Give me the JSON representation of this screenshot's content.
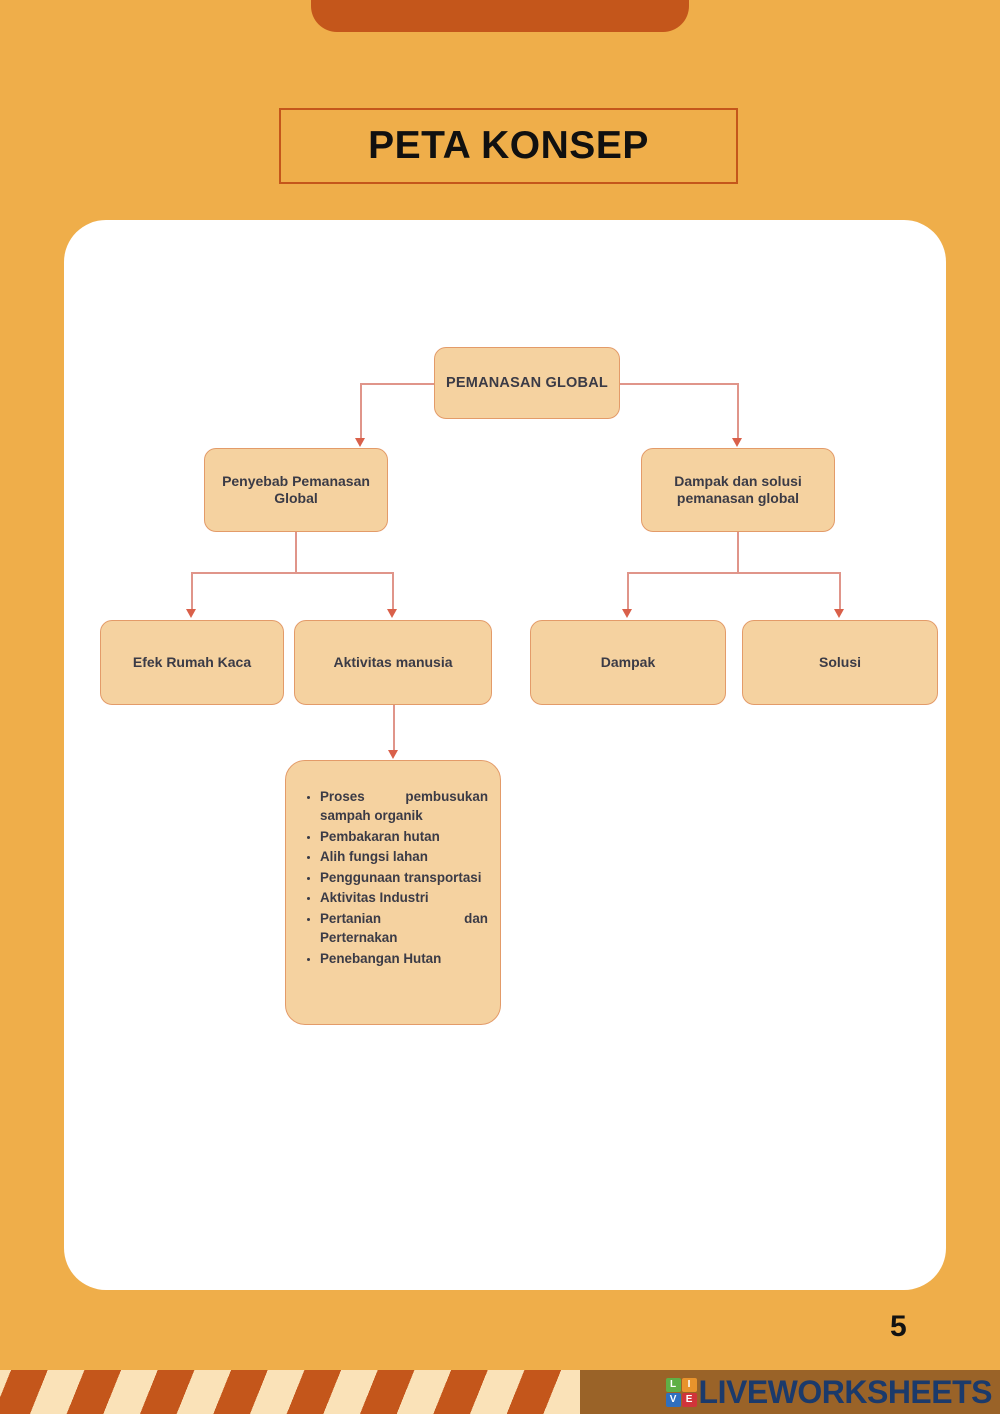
{
  "page": {
    "title_label": "PETA KONSEP",
    "page_number": "5",
    "background_color": "#EFAE4A",
    "card_color": "#FFFFFF",
    "accent_color": "#C4561B"
  },
  "chart_data": {
    "type": "diagram",
    "title": "PETA KONSEP",
    "subtype": "concept-map-tree",
    "root": "PEMANASAN GLOBAL",
    "nodes": [
      {
        "id": "root",
        "label": "PEMANASAN GLOBAL",
        "level": 0
      },
      {
        "id": "lvl2-l",
        "label": "Penyebab Pemanasan Global",
        "level": 1
      },
      {
        "id": "lvl2-r",
        "label": "Dampak dan solusi pemanasan global",
        "level": 1
      },
      {
        "id": "lvl3-a",
        "label": "Efek Rumah Kaca",
        "level": 2
      },
      {
        "id": "lvl3-b",
        "label": "Aktivitas manusia",
        "level": 2
      },
      {
        "id": "lvl3-c",
        "label": "Dampak",
        "level": 2
      },
      {
        "id": "lvl3-d",
        "label": "Solusi",
        "level": 2
      },
      {
        "id": "list",
        "label": "Aktivitas manusia details",
        "level": 3
      }
    ],
    "edges": [
      {
        "from": "root",
        "to": "lvl2-l"
      },
      {
        "from": "root",
        "to": "lvl2-r"
      },
      {
        "from": "lvl2-l",
        "to": "lvl3-a"
      },
      {
        "from": "lvl2-l",
        "to": "lvl3-b"
      },
      {
        "from": "lvl2-r",
        "to": "lvl3-c"
      },
      {
        "from": "lvl2-r",
        "to": "lvl3-d"
      },
      {
        "from": "lvl3-b",
        "to": "list"
      }
    ],
    "list_items": [
      "Proses pembusukan sampah organik",
      "Pembakaran hutan",
      "Alih fungsi lahan",
      "Penggunaan transportasi",
      "Aktivitas Industri",
      "Pertanian dan Perternakan",
      "Penebangan Hutan"
    ],
    "node_fill": "#F5D2A0",
    "node_border": "#E39B69",
    "connector_color": "#E0958A",
    "arrow_color": "#D9604A",
    "text_color": "#3B3B46"
  },
  "footer": {
    "logo_tiles": [
      "L",
      "I",
      "V",
      "E"
    ],
    "logo_word": "LIVEWORKSHEETS",
    "logo_word_color": "#1B3A6B",
    "band_color": "#9A6328",
    "stripe_colors": [
      "#FAE2B8",
      "#C4561B"
    ]
  }
}
